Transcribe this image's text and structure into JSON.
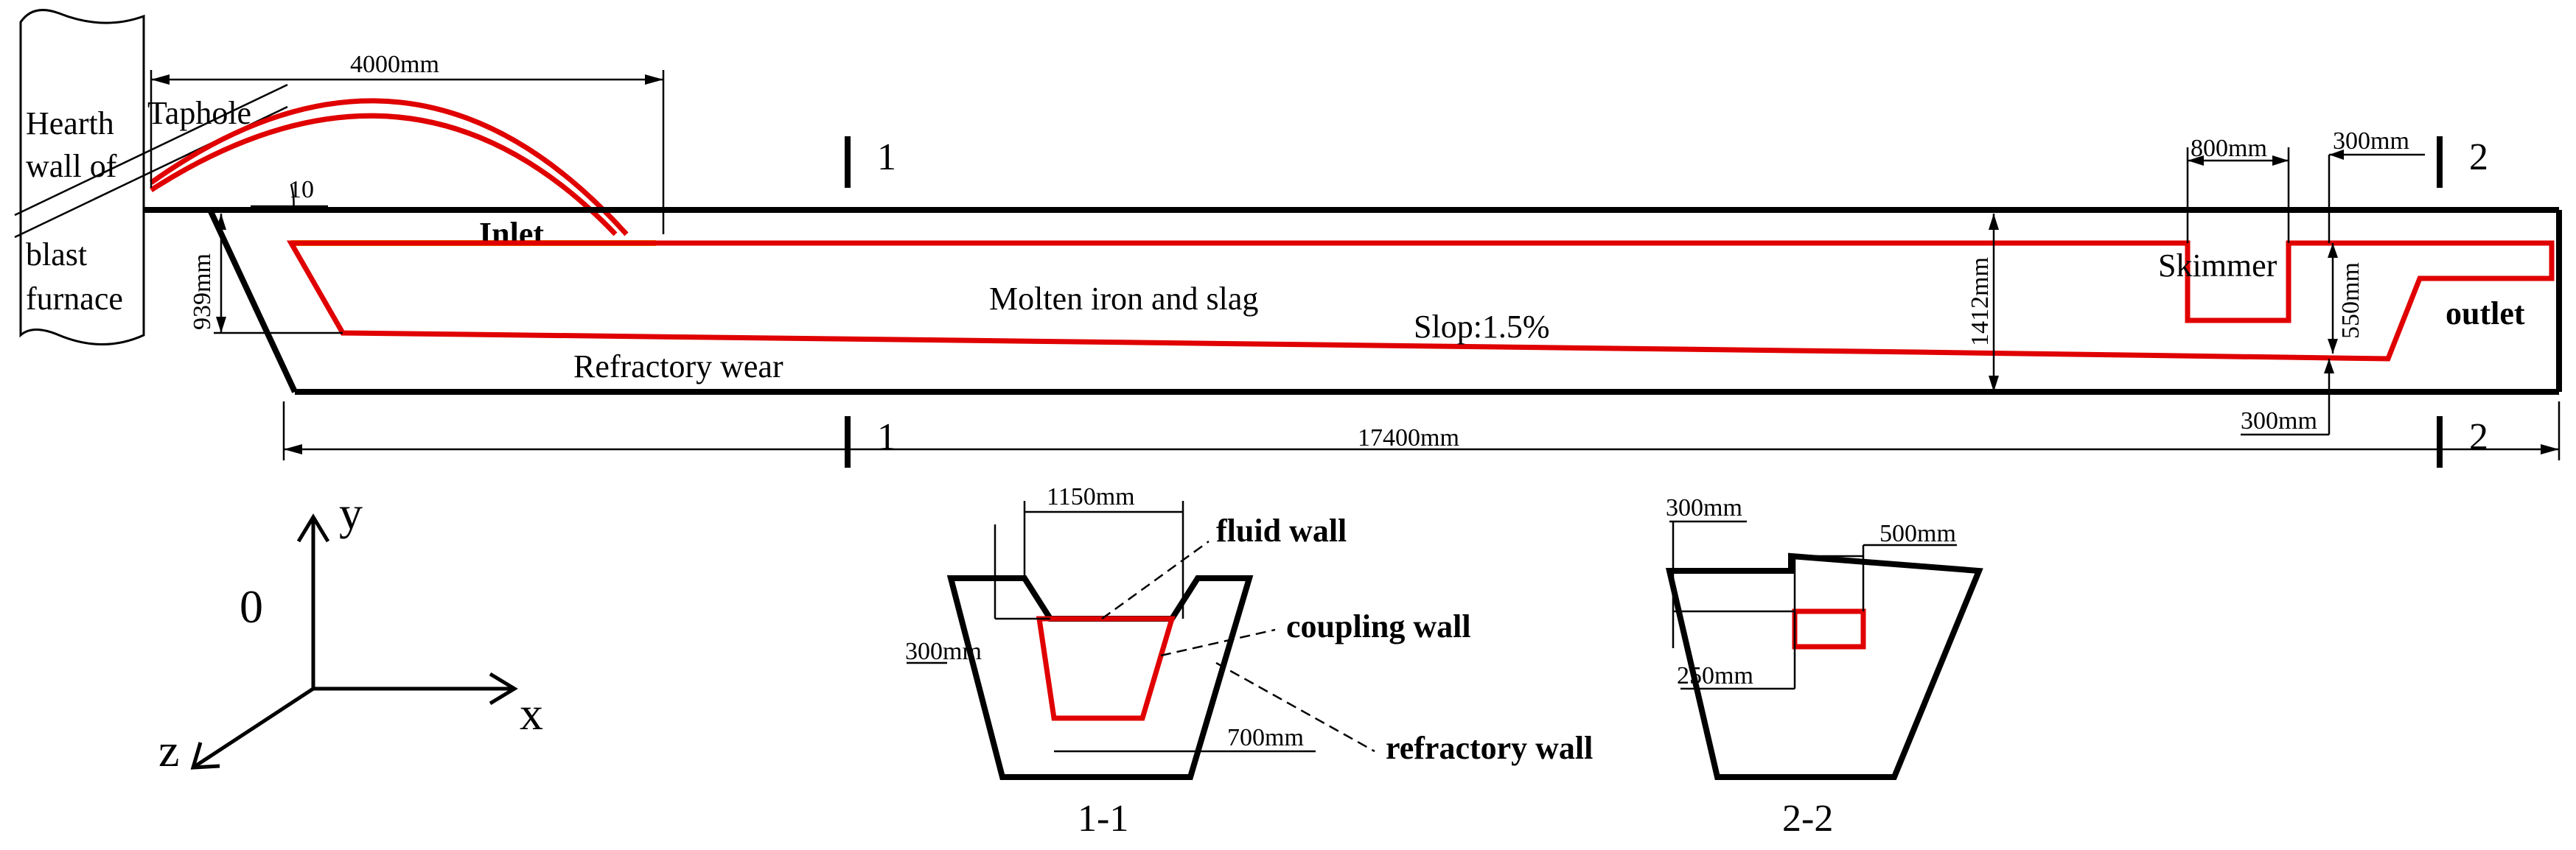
{
  "labels": {
    "hearth_line1": "Hearth",
    "hearth_line2": "wall of",
    "hearth_line3": "blast",
    "hearth_line4": "furnace",
    "taphole": "Taphole",
    "inlet": "Inlet",
    "molten": "Molten iron and slag",
    "refractory_wear": "Refractory wear",
    "slope": "Slop:1.5%",
    "skimmer": "Skimmer",
    "outlet": "outlet",
    "fluid_wall": "fluid wall",
    "coupling_wall": "coupling wall",
    "refractory_wall": "refractory wall"
  },
  "dimensions": {
    "d4000": "4000mm",
    "d10": "10",
    "d939": "939mm",
    "d1412": "1412mm",
    "d17400": "17400mm",
    "d800": "800mm",
    "d300_top": "300mm",
    "d550": "550mm",
    "d300_bot": "300mm",
    "d1150": "1150mm",
    "d300_s1": "300mm",
    "d700": "700mm",
    "d300_s2": "300mm",
    "d500": "500mm",
    "d250": "250mm"
  },
  "sections": {
    "cut1_top": "1",
    "cut1_bot": "1",
    "cut2_top": "2",
    "cut2_bot": "2",
    "sec11": "1-1",
    "sec22": "2-2"
  },
  "axes": {
    "y": "y",
    "x": "x",
    "z": "z",
    "origin": "0"
  },
  "colors": {
    "outline": "#000000",
    "fluid": "#e00000",
    "inlet_strip": "#f0a000"
  }
}
